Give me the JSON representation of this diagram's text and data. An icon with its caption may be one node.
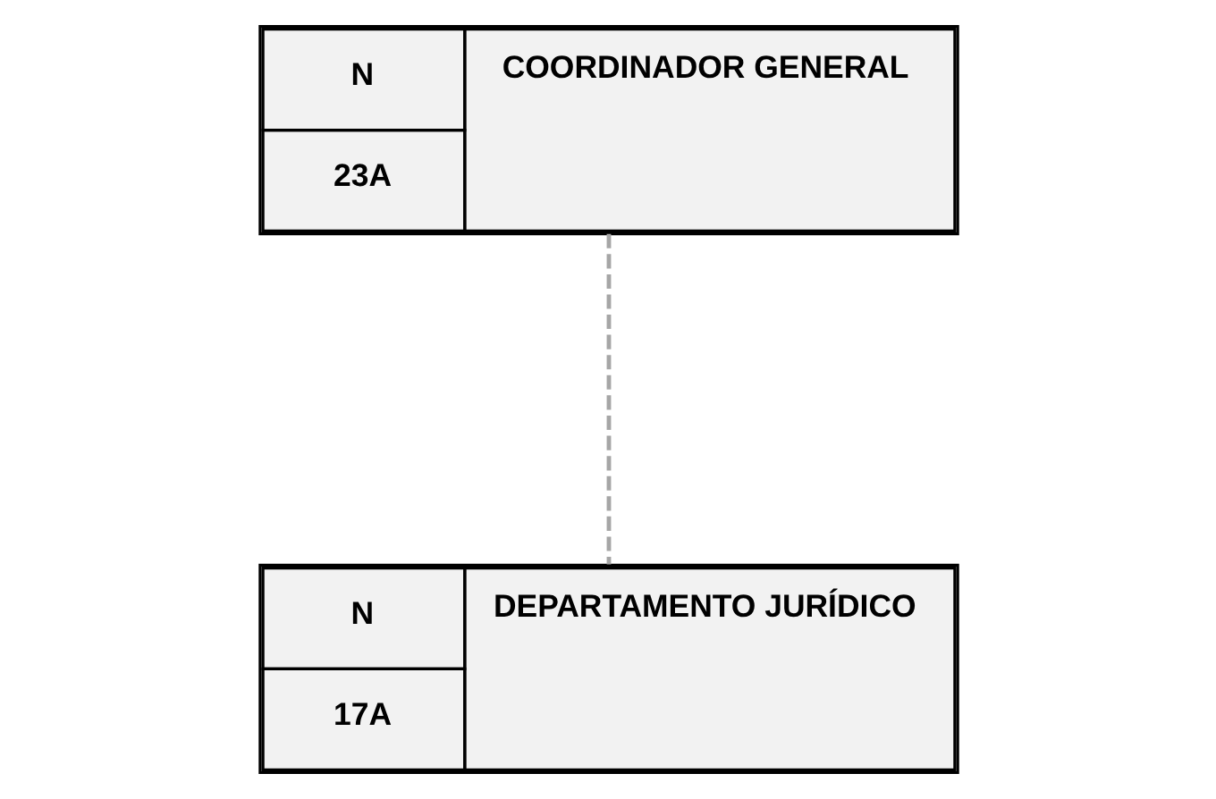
{
  "diagram": {
    "nodes": [
      {
        "text": [
          "N",
          "23A",
          "COORDINADOR GENERAL"
        ]
      },
      {
        "text": [
          "N",
          "17A",
          "DEPARTAMENTO JURÍDICO"
        ]
      }
    ],
    "edges": [
      {
        "from": 0,
        "to": 1,
        "arrow": "none",
        "style": "dashed"
      }
    ]
  }
}
